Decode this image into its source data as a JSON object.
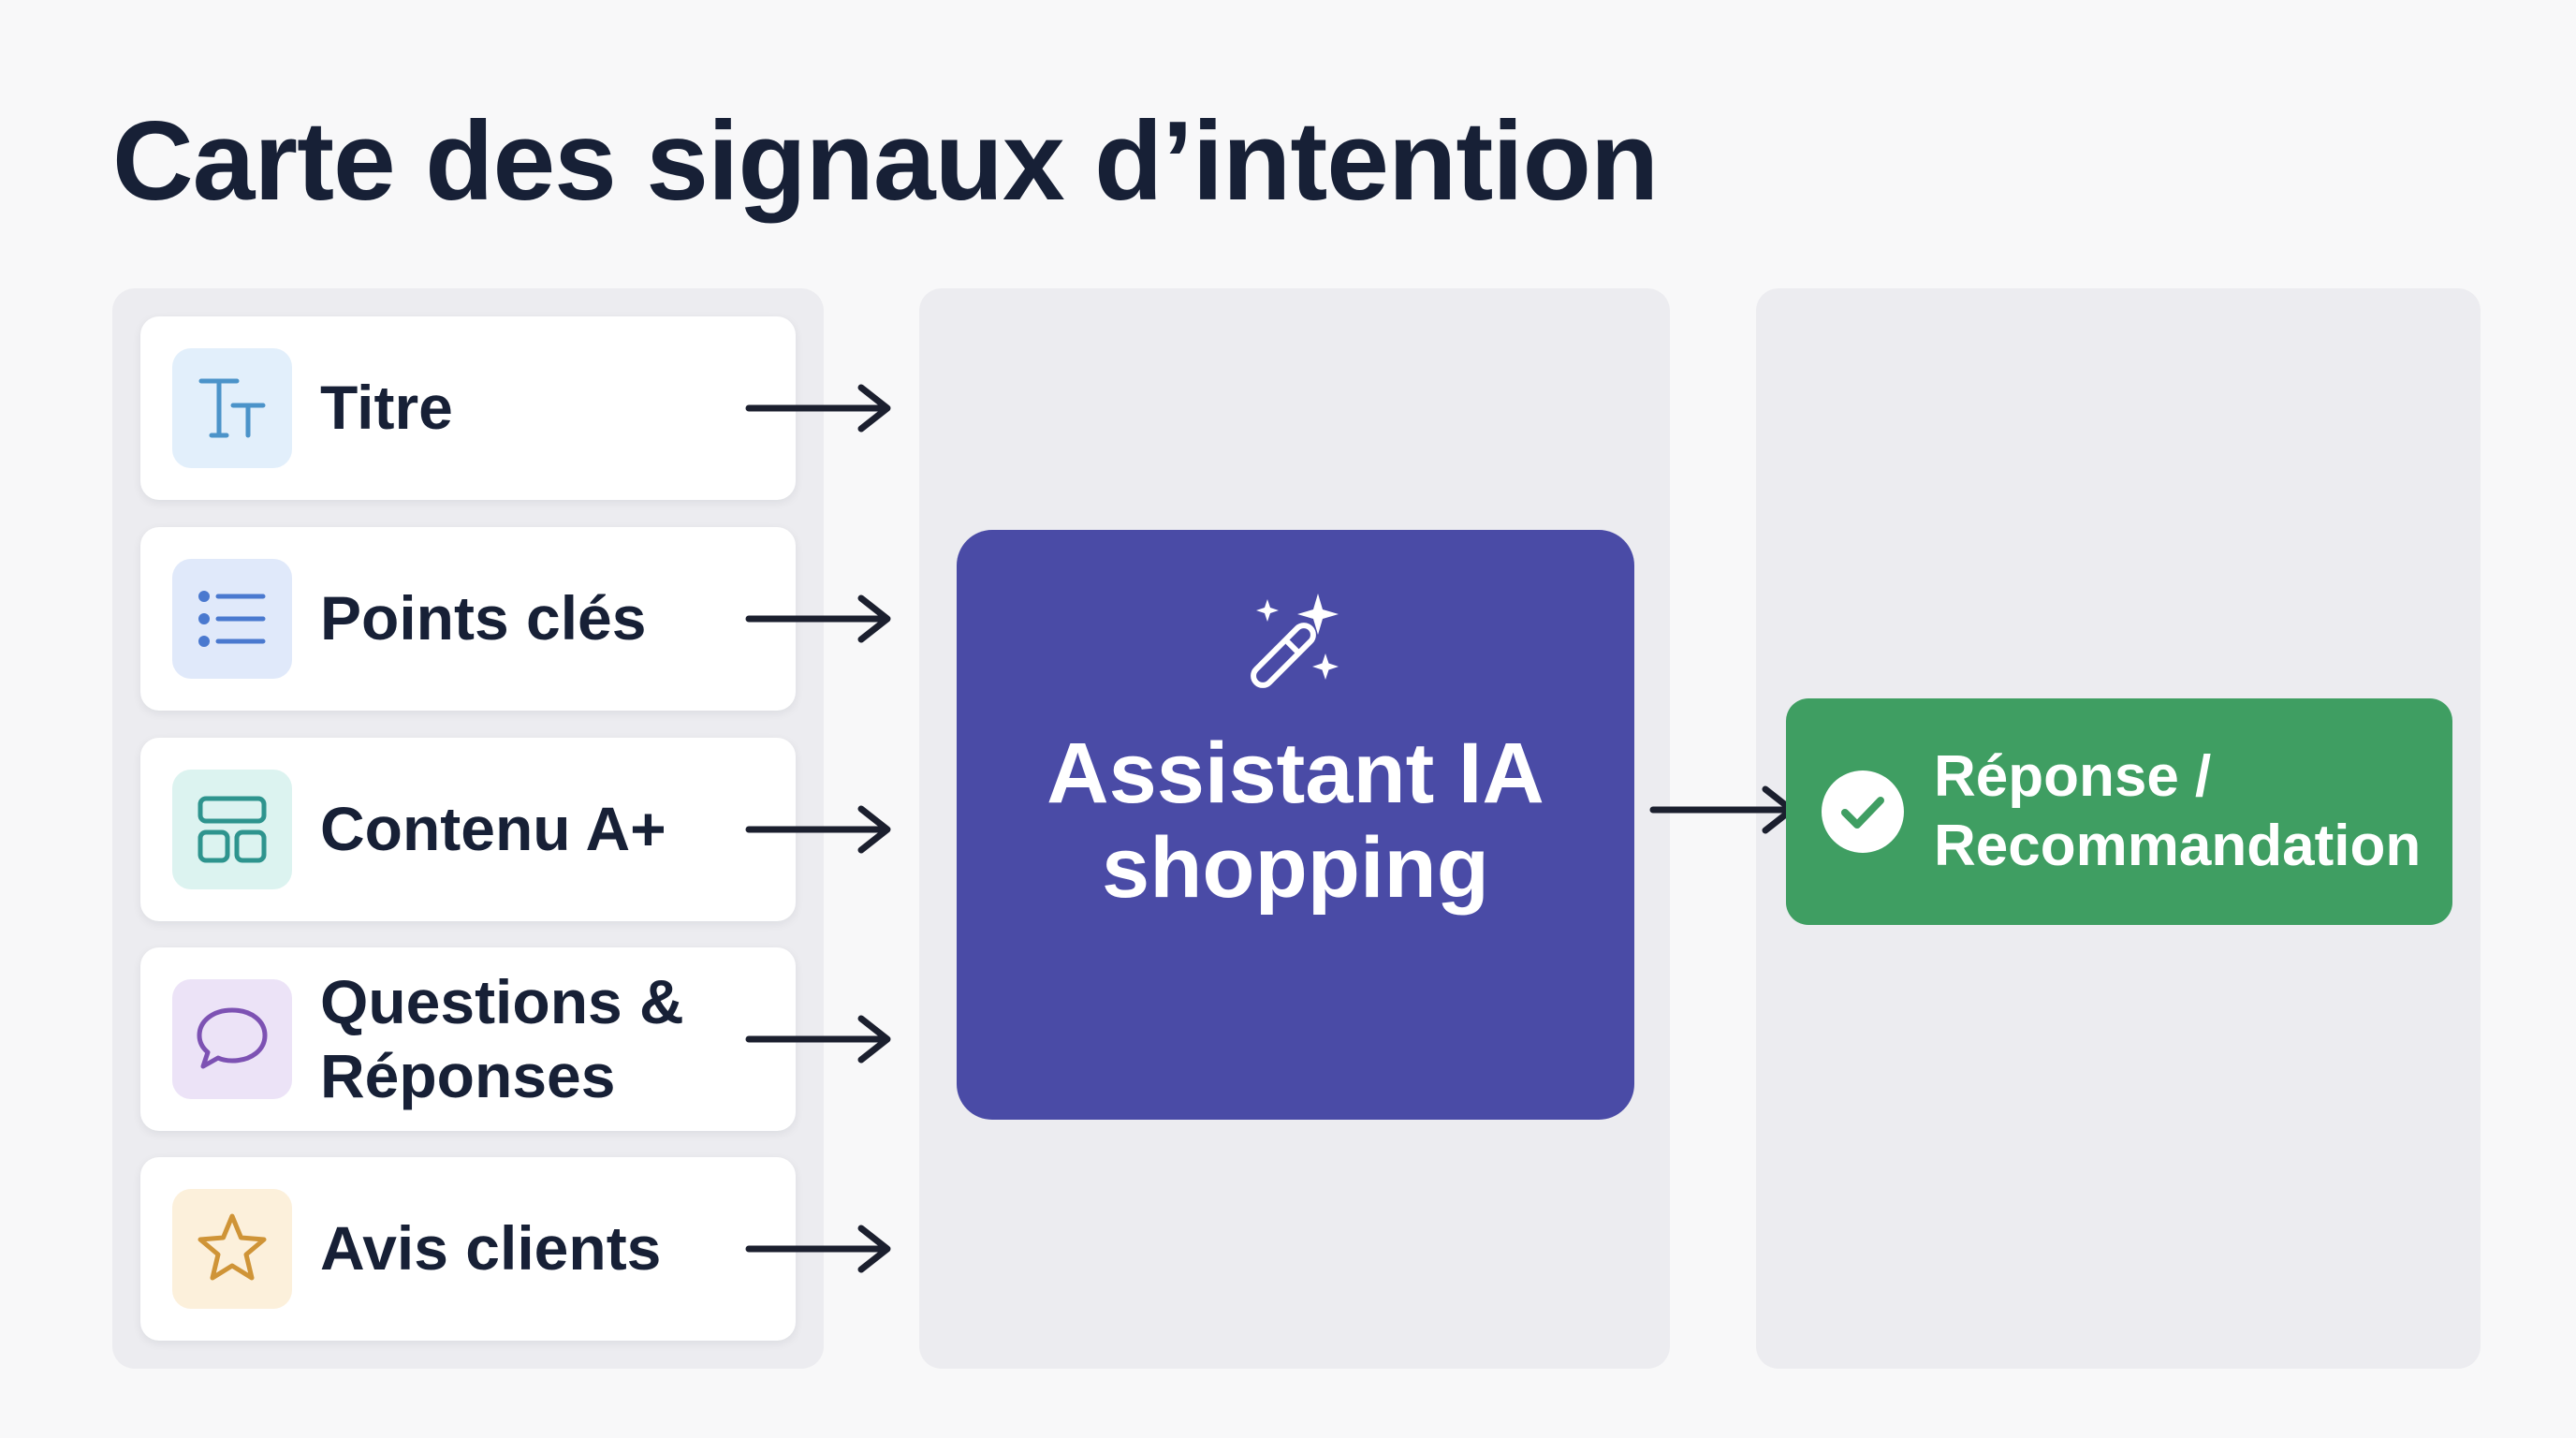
{
  "title": "Carte des signaux d’intention",
  "signals": [
    {
      "label": "Titre",
      "icon": "text-size-icon",
      "icon_bg": "#e2effb",
      "icon_color": "#4b93c9"
    },
    {
      "label": "Points clés",
      "icon": "list-icon",
      "icon_bg": "#e0e9fa",
      "icon_color": "#4a79cf"
    },
    {
      "label": "Contenu A+",
      "icon": "layout-grid-icon",
      "icon_bg": "#dcf3f0",
      "icon_color": "#2e948e"
    },
    {
      "label": "Questions & Réponses",
      "icon": "chat-bubble-icon",
      "icon_bg": "#ece3f7",
      "icon_color": "#7d52b3"
    },
    {
      "label": "Avis clients",
      "icon": "star-icon",
      "icon_bg": "#fcf0db",
      "icon_color": "#cf9437"
    }
  ],
  "assistant": {
    "label": "Assistant IA shopping",
    "icon": "magic-wand-icon",
    "color": "#4a4ba6"
  },
  "response": {
    "label": "Réponse / Recommandation",
    "icon": "check-circle-icon",
    "color": "#3f9e62"
  },
  "colors": {
    "title": "#172036",
    "arrow": "#1b1f2e",
    "panel": "#ececf0",
    "background": "#f8f8f9"
  }
}
